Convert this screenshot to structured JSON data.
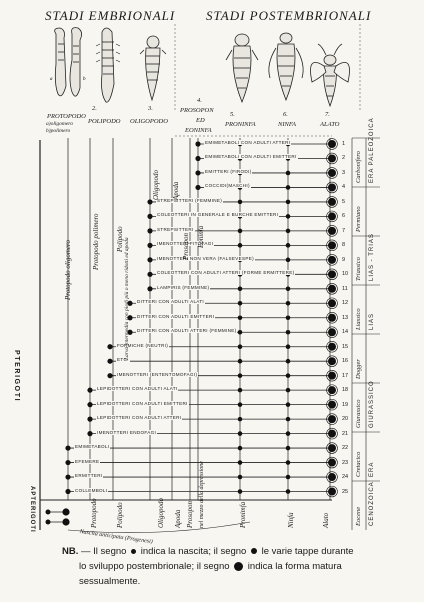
{
  "headers": {
    "left": "STADI EMBRIONALI",
    "right": "STADI POSTEMBRIONALI"
  },
  "stages": [
    {
      "num": "1.",
      "name": "PROTOPODO",
      "sub_a": "a)oligomero",
      "sub_b": "b)polimero"
    },
    {
      "num": "2.",
      "name": "POLIPODO"
    },
    {
      "num": "3.",
      "name": "OLIGOPODO"
    },
    {
      "num": "4.",
      "name": "PROSOPON",
      "name2": "ED",
      "name3": "EONINFA"
    },
    {
      "num": "5.",
      "name": "PRONINFA"
    },
    {
      "num": "6.",
      "name": "NINFA"
    },
    {
      "num": "7.",
      "name": "ALATO"
    }
  ],
  "left_labels": {
    "pterigoti": "PTERIGOTI",
    "apterigoti": "APTERIGOTI"
  },
  "column_labels": [
    "Protopodo oligomero",
    "Protopodo polimero",
    "Polipodo",
    "Larva intermedia con piedi più o meno ridotti ed apoda",
    "Oligopodo",
    "Apoda",
    "Prosopon",
    "Eoninfa"
  ],
  "rows": [
    "EMIMETABOLI CON ADULTI ATTERI",
    "EMIMETABOLI CON ADULTI EMITTERI",
    "EMITTERI (FIRODI)",
    "COCCIDI(MASCHI)",
    "STREPSITTERI (FEMMINE)",
    "COLEOTTERI IN GENERALE E BURCHE EMITTERI",
    "STREPSITTERI",
    "IMENOTTERI FITOFAGI",
    "IMENOTTERI NON VERA (FALSEVESPE)",
    "COLEOTTERI CON ADULTI ATTERI (FORME ERMITTERE)",
    "LAMPIRIS (FEMMINE)",
    "DITTERI CON ADULTI ALATI",
    "DITTERI CON ADULTI EMITTERI",
    "DITTERI CON ADULTI ATTERI (FEMMINE)",
    "FORMICHE (NEUTRI)",
    "ETC.",
    "IMENOTTERI (ENTENTOMOFAGI)",
    "LEPIDOTTERI CON ADULTI ALATI",
    "LEPIDOTTERI CON ADULTI EMITTERI",
    "LEPIDOTTERI CON ADULTI ATTERI",
    "IMENOTTERI ENDOFAGI",
    "EMIMETABOLI",
    "EFEMERE",
    "ERMITTERI",
    "COLLEMBOLI"
  ],
  "right_numbers": [
    "1",
    "2",
    "3",
    "4",
    "5",
    "6",
    "7",
    "8",
    "9",
    "10",
    "11",
    "12",
    "13",
    "14",
    "15",
    "16",
    "17",
    "18",
    "19",
    "20",
    "21",
    "22",
    "23",
    "24",
    "25"
  ],
  "eras": [
    {
      "period": "Carbonifero",
      "era": "ERA PALEOZOICA"
    },
    {
      "period": "Permiano",
      "era": ""
    },
    {
      "period": "Triassico",
      "era": "LIAS - TRIAS"
    },
    {
      "period": "Liassico",
      "era": "LIAS"
    },
    {
      "period": "Dogger",
      "era": ""
    },
    {
      "period": "Giurassico",
      "era": "GIURASSICO"
    },
    {
      "period": "Cretacico",
      "era": "ERA"
    },
    {
      "period": "Eocene",
      "era": "CENOZOICA"
    }
  ],
  "bottom_vertical_labels": [
    "Protopodo",
    "Polipodo",
    "Oligopodo",
    "Apoda",
    "Prosopon",
    "nel mezzo della depressione",
    "Pronimfa",
    "Ninfa",
    "Alato"
  ],
  "bottom_axis_caption": "Nascita anticipata (Progenesi)",
  "note": {
    "label": "NB.",
    "line1": "— Il segno",
    "line1b": "indica la nascita; il segno",
    "line1c": "le varie tappe durante",
    "line2": "lo sviluppo postembrionale; il segno",
    "line2b": "indica la forma matura",
    "line3": "sessualmente."
  }
}
